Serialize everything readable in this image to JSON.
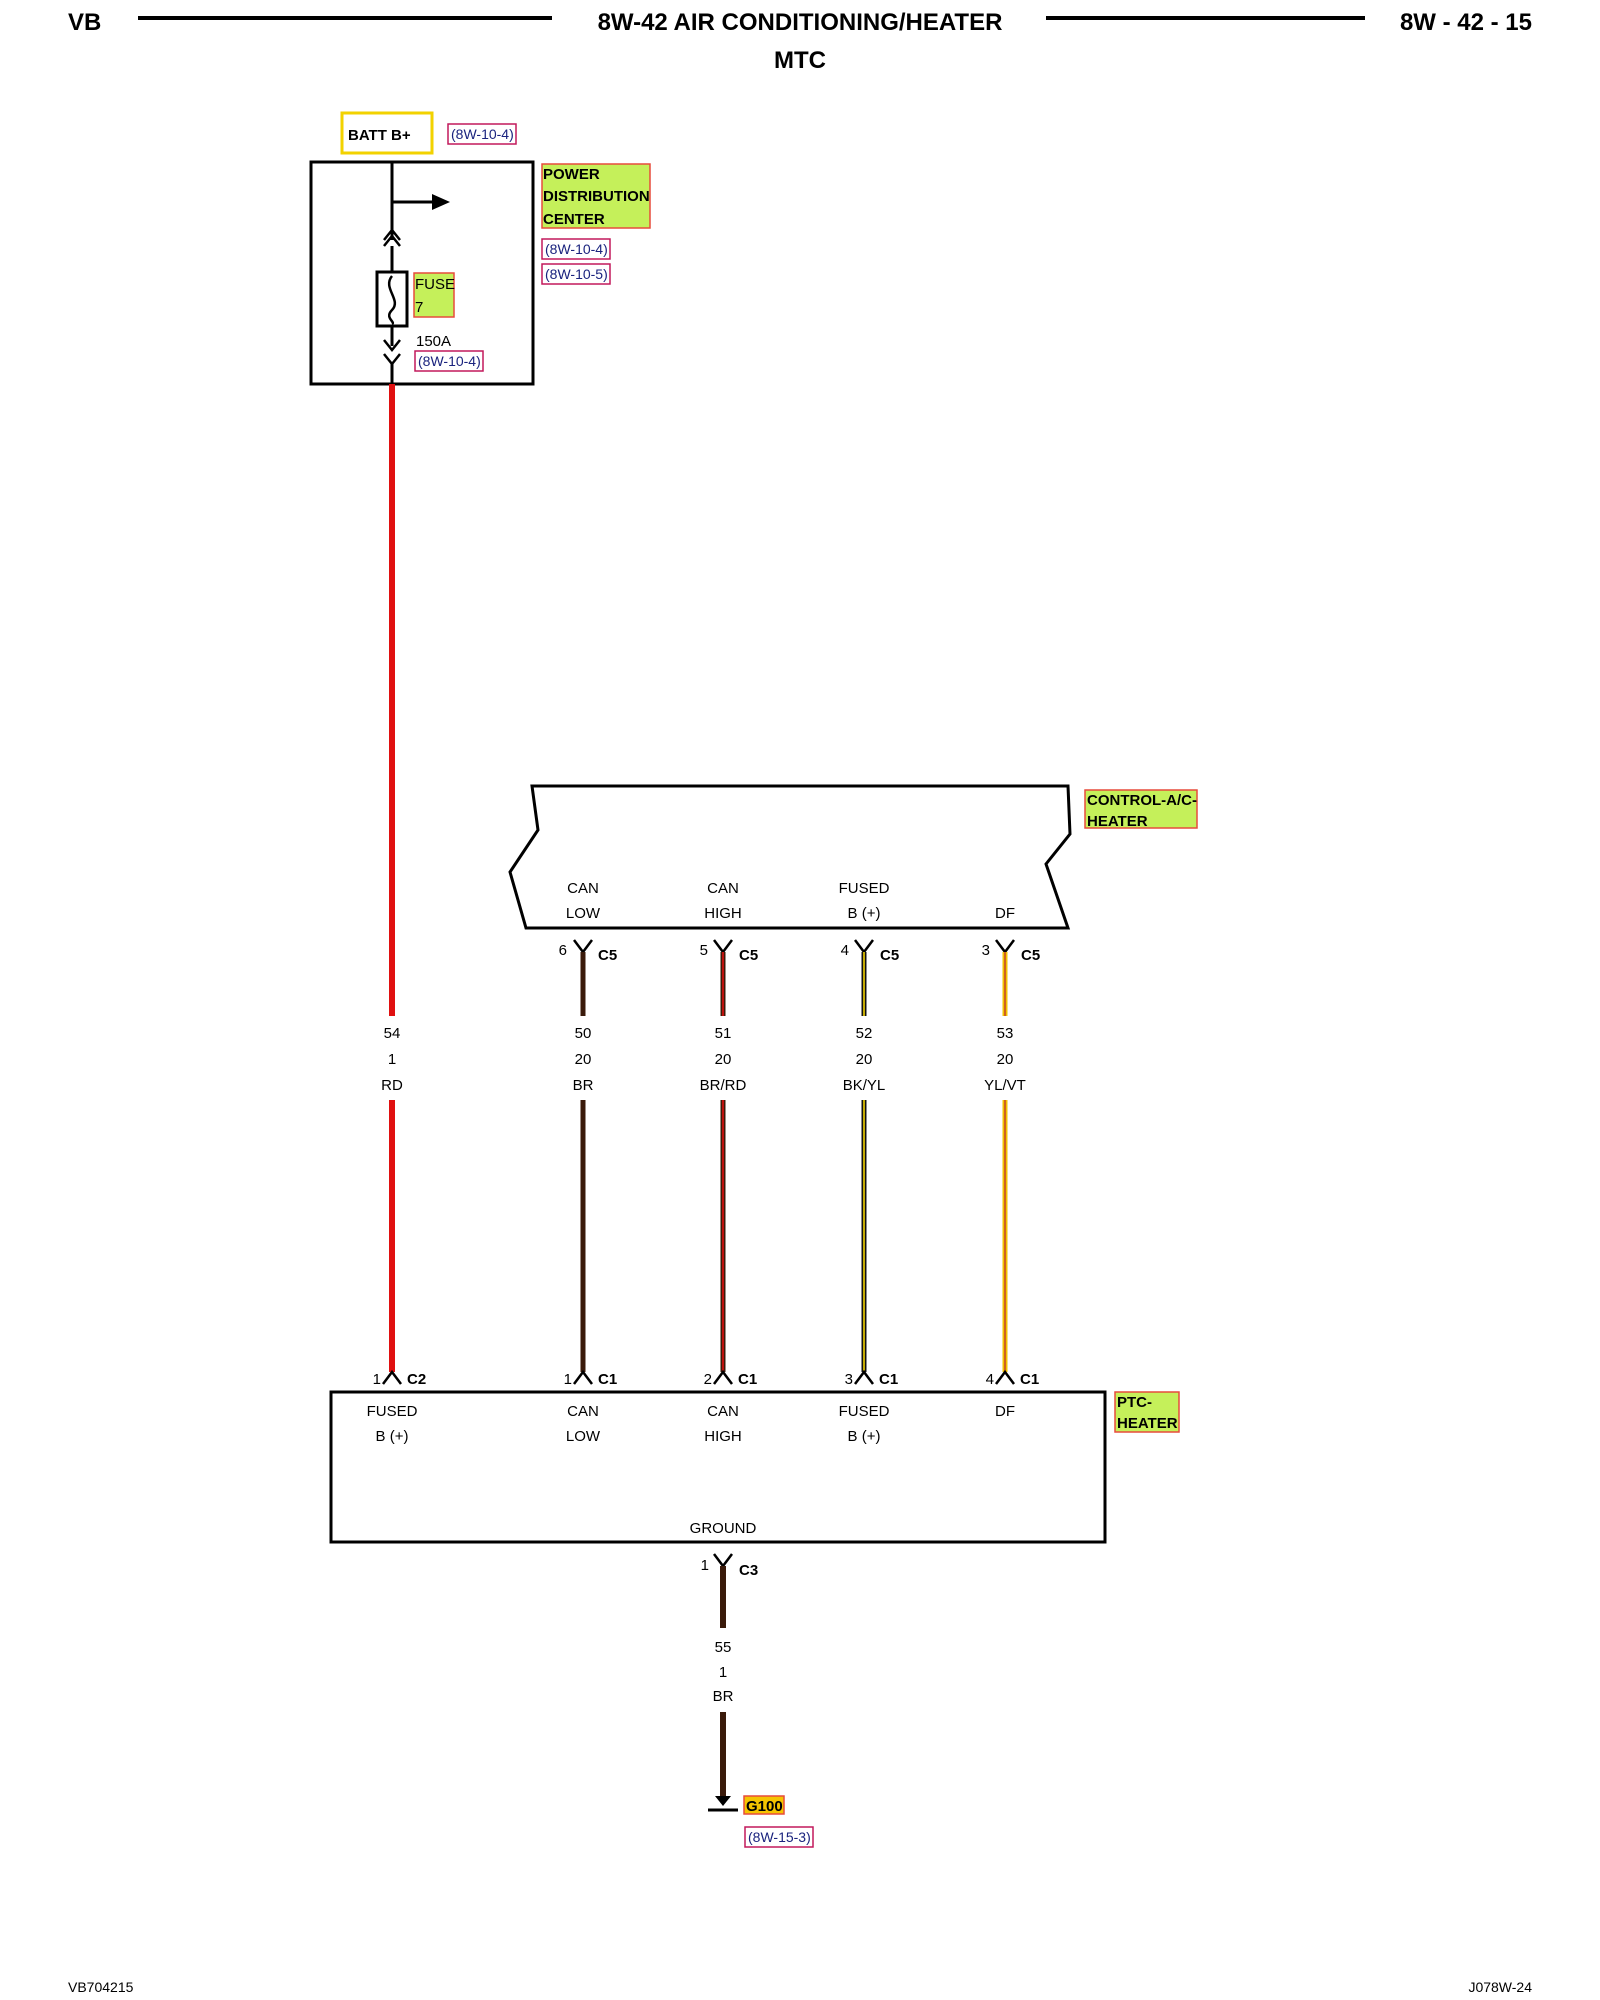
{
  "header": {
    "left": "VB",
    "title": "8W-42 AIR CONDITIONING/HEATER",
    "subtitle": "MTC",
    "right": "8W - 42 - 15"
  },
  "batt": {
    "label": "BATT B+",
    "ref": "(8W-10-4)"
  },
  "pdc": {
    "lines": [
      "POWER",
      "DISTRIBUTION",
      "CENTER"
    ],
    "refs": [
      "(8W-10-4)",
      "(8W-10-5)"
    ],
    "fuse_label": "FUSE",
    "fuse_number": "7",
    "fuse_rating": "150A",
    "fuse_ref": "(8W-10-4)"
  },
  "control_module": {
    "lines": [
      "CONTROL-A/C-",
      "HEATER"
    ],
    "pins": [
      {
        "l1": "CAN",
        "l2": "LOW"
      },
      {
        "l1": "CAN",
        "l2": "HIGH"
      },
      {
        "l1": "FUSED",
        "l2": "B (+)"
      },
      {
        "l1": "",
        "l2": "DF"
      }
    ],
    "connectors": [
      {
        "pin": "6",
        "conn": "C5"
      },
      {
        "pin": "5",
        "conn": "C5"
      },
      {
        "pin": "4",
        "conn": "C5"
      },
      {
        "pin": "3",
        "conn": "C5"
      }
    ]
  },
  "wires": [
    {
      "circuit": "54",
      "gauge": "1",
      "color": "RD"
    },
    {
      "circuit": "50",
      "gauge": "20",
      "color": "BR"
    },
    {
      "circuit": "51",
      "gauge": "20",
      "color": "BR/RD"
    },
    {
      "circuit": "52",
      "gauge": "20",
      "color": "BK/YL"
    },
    {
      "circuit": "53",
      "gauge": "20",
      "color": "YL/VT"
    }
  ],
  "ptc_heater": {
    "lines": [
      "PTC-",
      "HEATER"
    ],
    "connectors": [
      {
        "pin": "1",
        "conn": "C2"
      },
      {
        "pin": "1",
        "conn": "C1"
      },
      {
        "pin": "2",
        "conn": "C1"
      },
      {
        "pin": "3",
        "conn": "C1"
      },
      {
        "pin": "4",
        "conn": "C1"
      }
    ],
    "pins": [
      {
        "l1": "FUSED",
        "l2": "B (+)"
      },
      {
        "l1": "CAN",
        "l2": "LOW"
      },
      {
        "l1": "CAN",
        "l2": "HIGH"
      },
      {
        "l1": "FUSED",
        "l2": "B (+)"
      },
      {
        "l1": "DF",
        "l2": ""
      }
    ],
    "ground_label": "GROUND"
  },
  "ground": {
    "connector": {
      "pin": "1",
      "conn": "C3"
    },
    "wire": {
      "circuit": "55",
      "gauge": "1",
      "color": "BR"
    },
    "label": "G100",
    "ref": "(8W-15-3)"
  },
  "footer": {
    "left": "VB704215",
    "right": "J078W-24"
  },
  "colors": {
    "red": "#e01010",
    "brown": "#3a1a0a",
    "yellow": "#f2c200",
    "highlight": "#c5f05a",
    "highlight_border": "#e74c3c",
    "batt_border": "#f2d200",
    "ref_border": "#c2185b"
  }
}
